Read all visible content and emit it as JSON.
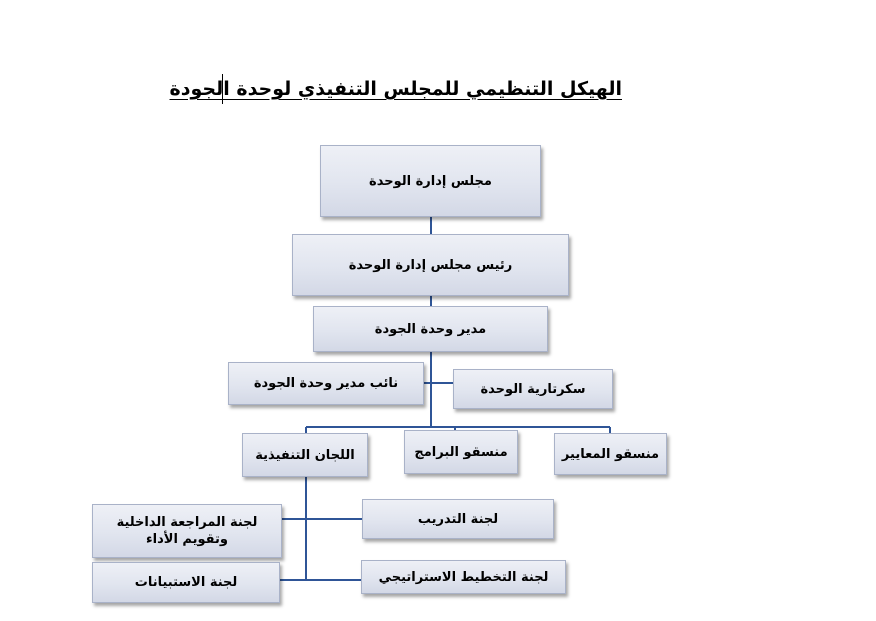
{
  "title": "الهيكل التنظيمي للمجلس التنفيذي لوحدة الجودة",
  "nodes": {
    "council": "مجلس إدارة الوحدة",
    "chairman": "رئيس مجلس إدارة الوحدة",
    "director": "مدير وحدة الجودة",
    "deputy": "نائب مدير وحدة الجودة",
    "secretary": "سكرتارية الوحدة",
    "committees": "اللجان التنفيذية",
    "programs_coordinator": "منسقو البرامج",
    "standards_coordinator": "منسقو المعايير",
    "internal_review": "لجنة المراجعة الداخلية وتقويم الأداء",
    "training": "لجنة التدريب",
    "surveys": "لجنة الاستبيانات",
    "strategic_planning": "لجنة التخطيط الاستراتيجي"
  }
}
